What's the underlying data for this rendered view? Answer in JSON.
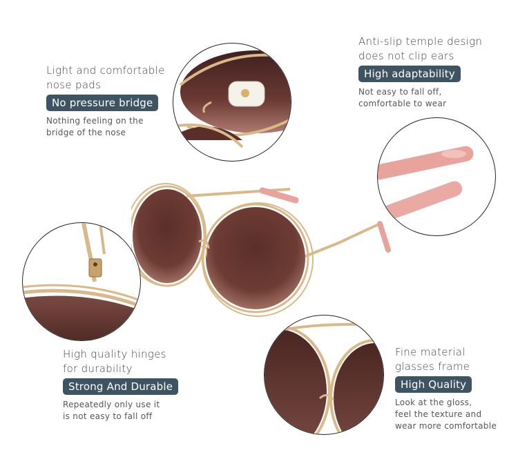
{
  "features": {
    "nose": {
      "title_line1": "Light and comfortable",
      "title_line2": "nose pads",
      "badge": "No pressure bridge",
      "desc_line1": "Nothing feeling on the",
      "desc_line2": "bridge of the nose"
    },
    "temple": {
      "title_line1": "Anti-slip temple design",
      "title_line2": "does not clip ears",
      "badge": "High adaptability",
      "desc_line1": "Not easy to fall off,",
      "desc_line2": "comfortable to wear"
    },
    "hinge": {
      "title_line1": "High quality hinges",
      "title_line2": "for durability",
      "badge": "Strong And Durable",
      "desc_line1": "Repeatedly only use it",
      "desc_line2": "is not easy to fall off"
    },
    "frame": {
      "title_line1": "Fine material",
      "title_line2": "glasses frame",
      "badge": "High Quality",
      "desc_line1": "Look at the gloss,",
      "desc_line2": "feel the texture and",
      "desc_line3": "wear more comfortable"
    }
  },
  "colors": {
    "badge_bg": "#3f5462",
    "frame_gold": "#d9b98a",
    "lens_brown": "#5a2f2a",
    "temple_tip_pink": "#e8a39c"
  }
}
